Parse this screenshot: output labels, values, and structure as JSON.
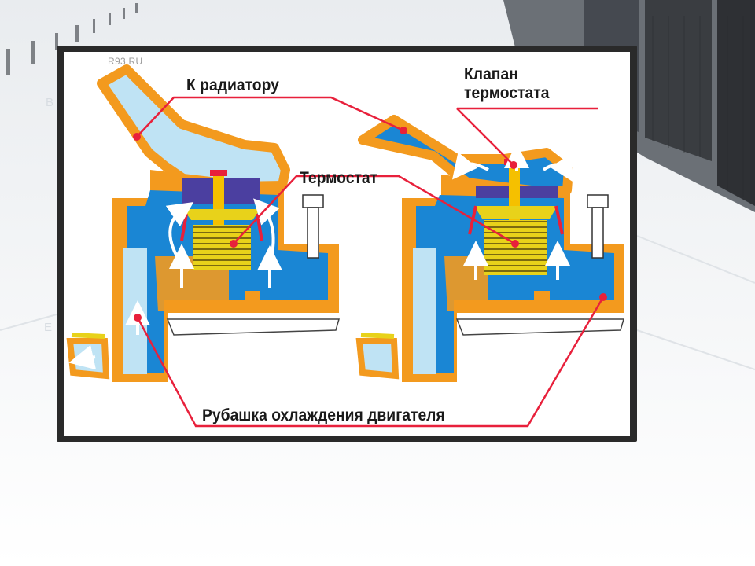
{
  "watermark": "R93.RU",
  "labels": {
    "to_radiator": "К радиатору",
    "valve_line1": "Клапан",
    "valve_line2": "термостата",
    "thermostat": "Термостат",
    "jacket": "Рубашка охлаждения двигателя"
  },
  "background_letters": [
    "B",
    "E"
  ],
  "colors": {
    "housing_orange": "#f39a1e",
    "coolant_blue": "#1a86d4",
    "coolant_light": "#bfe3f4",
    "leader_red": "#e8203b",
    "thermostat_purple": "#4b3fa0",
    "thermostat_yellow": "#e8d21a",
    "frame": "#2a2a2a"
  }
}
